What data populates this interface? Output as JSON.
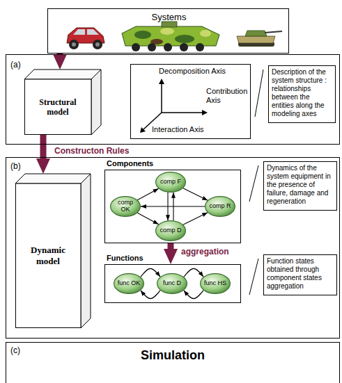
{
  "diagram": {
    "nodes": [
      {
        "text": [
          "Systems"
        ]
      },
      {
        "text": [
          "(a)"
        ]
      },
      {
        "text": [
          "Structural model"
        ],
        "in": 1
      },
      {
        "text": [
          "Decomposition Axis",
          "Contribution Axis",
          "Interaction Axis"
        ],
        "in": 1
      },
      {
        "text": [
          "Description of the system structure : relationships between the entities along the modeling axes"
        ],
        "in": 1
      },
      {
        "text": [
          "(b)"
        ]
      },
      {
        "text": [
          "Dynamic model"
        ],
        "in": 5
      },
      {
        "text": [
          "Components"
        ],
        "in": 5
      },
      {
        "text": [
          "comp F"
        ],
        "in": 7
      },
      {
        "text": [
          "comp OK"
        ],
        "in": 7
      },
      {
        "text": [
          "comp R"
        ],
        "in": 7
      },
      {
        "text": [
          "comp D"
        ],
        "in": 7
      },
      {
        "text": [
          "Dynamics of the system equipment in the presence of failure, damage and regeneration"
        ],
        "in": 5
      },
      {
        "text": [
          "Functions"
        ],
        "in": 5
      },
      {
        "text": [
          "func OK"
        ],
        "in": 13
      },
      {
        "text": [
          "func D"
        ],
        "in": 13
      },
      {
        "text": [
          "func HS"
        ],
        "in": 13
      },
      {
        "text": [
          "Function states obtained through component states aggregation"
        ],
        "in": 5
      },
      {
        "text": [
          "(c)",
          "Simulation"
        ]
      }
    ],
    "edges": [
      {
        "from": 0,
        "to": 2,
        "arrow": "to"
      },
      {
        "from": 2,
        "to": 6,
        "label": "Constructon Rules",
        "arrow": "to"
      },
      {
        "from": 7,
        "to": 13,
        "label": "aggregation",
        "arrow": "to"
      },
      {
        "from": 9,
        "to": 8,
        "arrow": "to"
      },
      {
        "from": 8,
        "to": 10,
        "arrow": "to"
      },
      {
        "from": 10,
        "to": 9,
        "arrow": "to"
      },
      {
        "from": 9,
        "to": 11,
        "arrow": "to"
      },
      {
        "from": 11,
        "to": 10,
        "arrow": "to"
      },
      {
        "from": 8,
        "to": 11,
        "arrow": "to"
      },
      {
        "from": 11,
        "to": 8,
        "arrow": "to"
      },
      {
        "from": 14,
        "to": 15,
        "arrow": "to"
      },
      {
        "from": 15,
        "to": 14,
        "arrow": "to"
      },
      {
        "from": 15,
        "to": 16,
        "arrow": "to"
      },
      {
        "from": 16,
        "to": 15,
        "arrow": "to"
      }
    ]
  }
}
